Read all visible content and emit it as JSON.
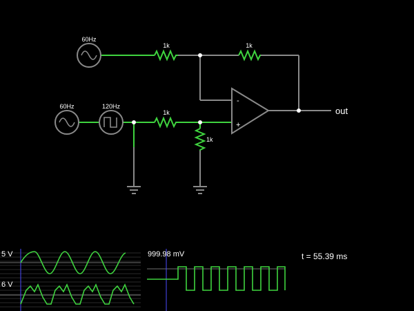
{
  "circuit": {
    "sources": [
      {
        "kind": "sine",
        "label": "60Hz"
      },
      {
        "kind": "sine",
        "label": "60Hz"
      },
      {
        "kind": "square",
        "label": "120Hz"
      }
    ],
    "resistors": [
      {
        "label": "1k"
      },
      {
        "label": "1k"
      },
      {
        "label": "1k"
      },
      {
        "label": "1k"
      }
    ],
    "opamp": {
      "minus": "-",
      "plus": "+"
    },
    "output_label": "out"
  },
  "scope": {
    "left_top_label": "5 V",
    "left_bottom_label": "6 V",
    "right_label": "999.98 mV",
    "time_label": "t = 55.39 ms"
  },
  "colors": {
    "active": "#3fd43f",
    "wire": "#8a8a8a",
    "background": "#000000"
  }
}
